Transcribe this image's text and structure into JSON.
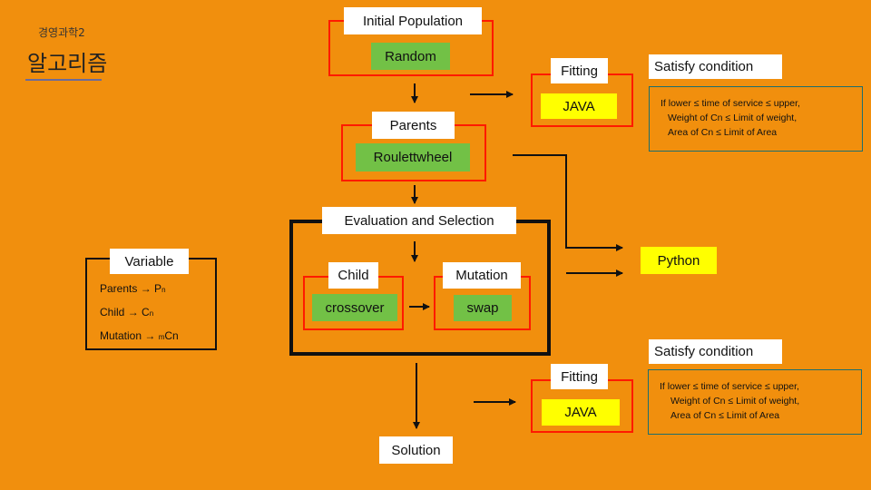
{
  "header": {
    "subtitle": "경영과학2",
    "title": "알고리즘"
  },
  "nodes": {
    "initial_population": {
      "label": "Initial Population",
      "method": "Random"
    },
    "parents": {
      "label": "Parents",
      "method": "Roulettwheel"
    },
    "evaluation": {
      "label": "Evaluation and Selection"
    },
    "child": {
      "label": "Child",
      "method": "crossover"
    },
    "mutation": {
      "label": "Mutation",
      "method": "swap"
    },
    "solution": {
      "label": "Solution"
    },
    "python": {
      "label": "Python"
    },
    "fitting_top": {
      "label": "Fitting",
      "tool": "JAVA"
    },
    "fitting_bottom": {
      "label": "Fitting",
      "tool": "JAVA"
    }
  },
  "conditions_top": {
    "title": "Satisfy condition",
    "lines": [
      "If lower ≤ time of service ≤ upper,",
      "Weight of Cn ≤ Limit of weight,",
      "Area of Cn ≤ Limit of Area"
    ]
  },
  "conditions_bottom": {
    "title": "Satisfy condition",
    "lines": [
      "If lower ≤ time of service ≤ upper,",
      "Weight of Cn ≤ Limit of weight,",
      "Area of Cn ≤ Limit of Area"
    ]
  },
  "variables": {
    "title": "Variable",
    "items": [
      {
        "name": "Parents",
        "arrow": "→",
        "symbol": "P",
        "sub": "n"
      },
      {
        "name": "Child",
        "arrow": "→",
        "symbol": "C",
        "sub": "n"
      },
      {
        "name": "Mutation",
        "arrow": "→",
        "symbol": "m",
        "sub": "Cn"
      }
    ]
  },
  "colors": {
    "background": "#F18F0D",
    "box_border": "#FF1A00",
    "method_fill": "#72C146",
    "tool_fill": "#FFFF00"
  }
}
